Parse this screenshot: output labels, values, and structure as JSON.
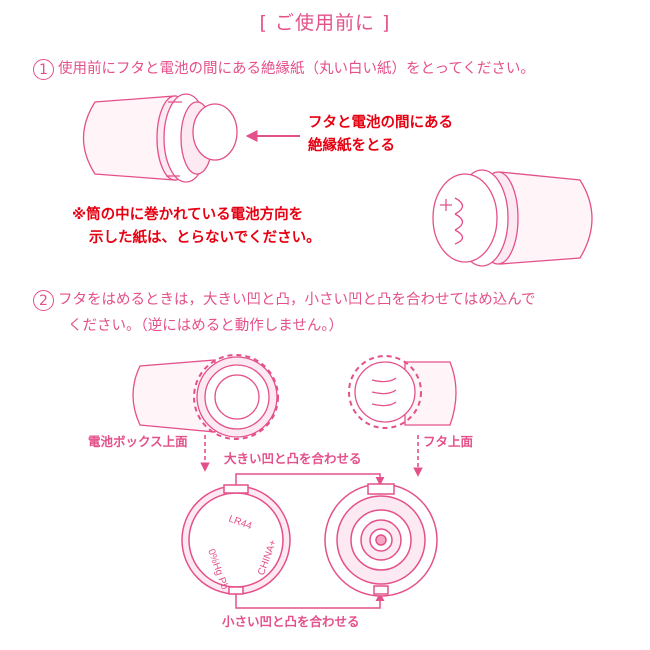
{
  "title": "[ ご使用前に ]",
  "step1": {
    "num": "1",
    "text": "使用前にフタと電池の間にある絶縁紙（丸い白い紙）をとってください。",
    "callout_line1": "フタと電池の間にある",
    "callout_line2": "絶縁紙をとる",
    "note_line1": "※筒の中に巻かれている電池方向を",
    "note_line2": "示した紙は、とらないでください。"
  },
  "step2": {
    "num": "2",
    "text_line1": "フタをはめるときは，大きい凹と凸，小さい凹と凸を合わせてはめ込んで",
    "text_line2": "ください。（逆にはめると動作しません。）",
    "label_battery_box": "電池ボックス上面",
    "label_cap": "フタ上面",
    "label_large": "大きい凹と凸を合わせる",
    "label_small": "小さい凹と凸を合わせる"
  },
  "battery_markings": {
    "code": "LR44",
    "line2": "0%Hg Pb",
    "line3": "CHINA+"
  },
  "colors": {
    "accent": "#e4508a",
    "warning": "#e60012",
    "fill_light": "#fde9f1"
  }
}
